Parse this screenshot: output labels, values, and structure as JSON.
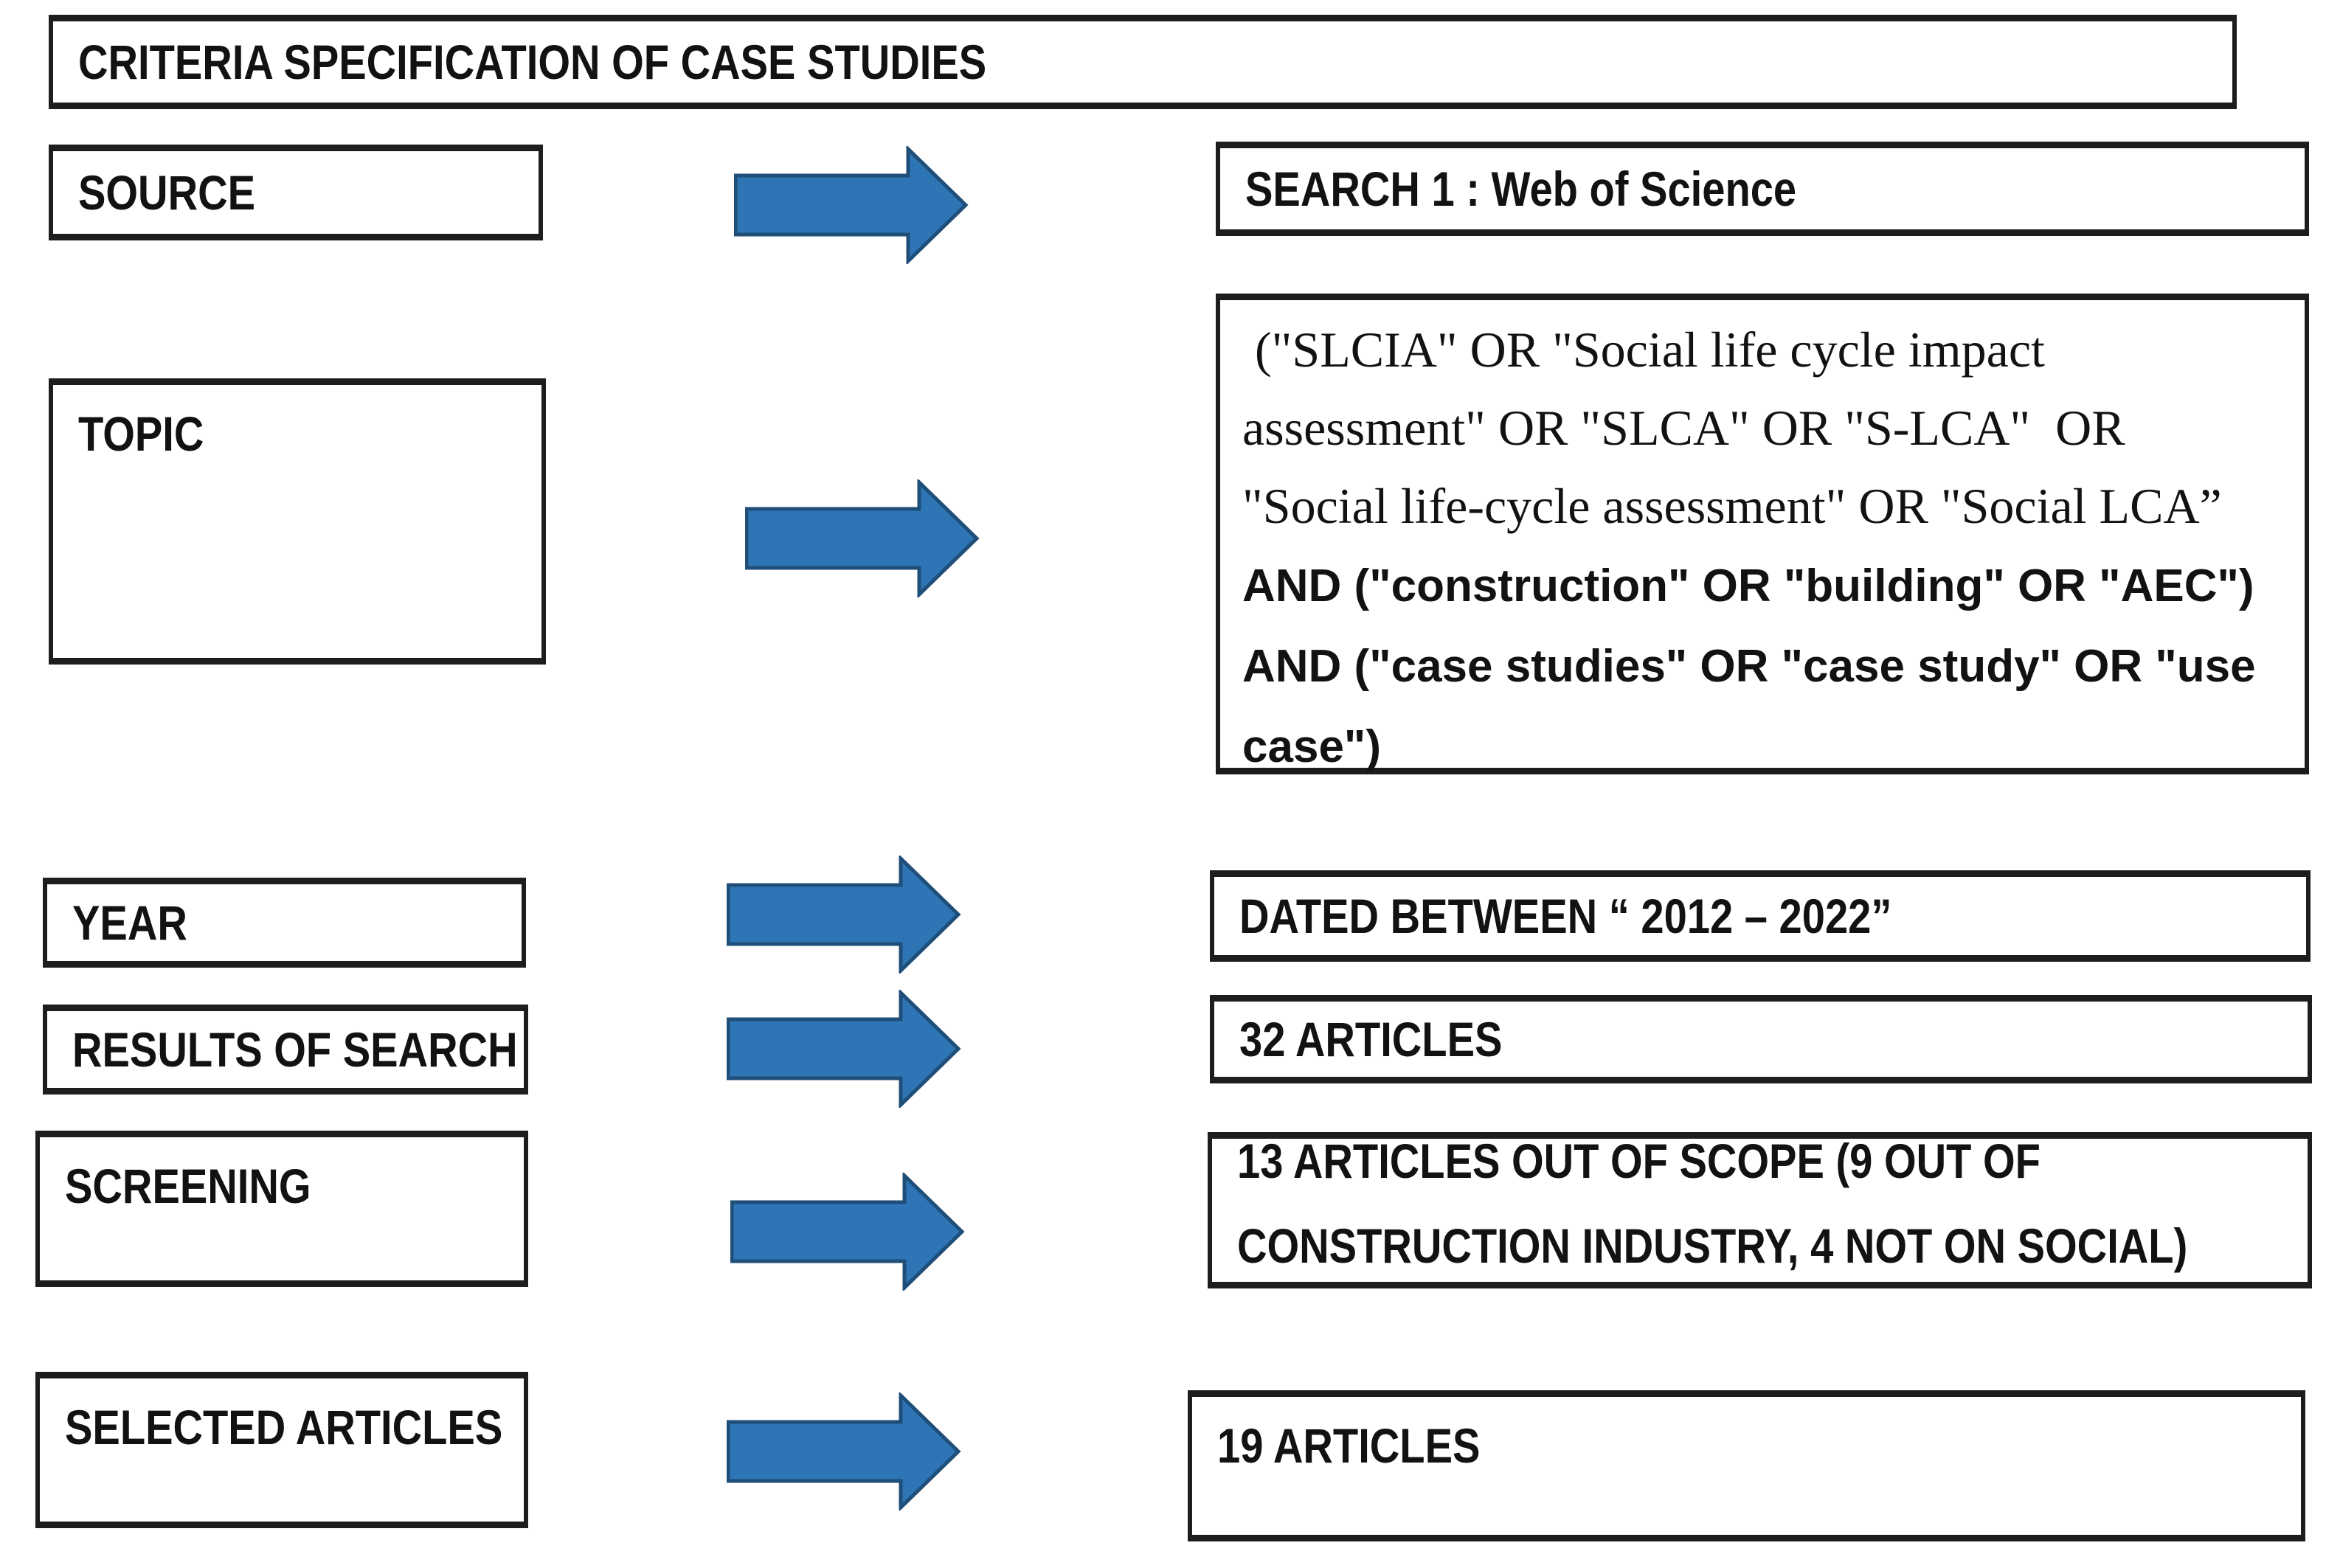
{
  "title": "CRITERIA SPECIFICATION OF CASE STUDIES",
  "colors": {
    "arrow_fill": "#2E75B6",
    "arrow_stroke": "#1F4E79",
    "box_border": "#1D1D1D",
    "text": "#121212"
  },
  "rows": [
    {
      "label": "SOURCE",
      "result": "SEARCH 1 : Web of Science"
    },
    {
      "label": "TOPIC",
      "query_serif": " (\"SLCIA\" OR \"Social life cycle impact assessment\" OR \"SLCA\" OR \"S-LCA\"  OR \"Social life-cycle assessment\" OR \"Social LCA” ",
      "query_sans": "AND (\"construction\" OR \"building\" OR \"AEC\") AND (\"case studies\" OR \"case study\" OR \"use case\")"
    },
    {
      "label": "YEAR",
      "result": "DATED BETWEEN “ 2012 – 2022”"
    },
    {
      "label": "RESULTS OF SEARCH",
      "result": "32 ARTICLES"
    },
    {
      "label": "SCREENING",
      "result_lines": [
        "13 ARTICLES OUT OF SCOPE (9 OUT OF",
        "CONSTRUCTION INDUSTRY, 4 NOT ON SOCIAL)"
      ]
    },
    {
      "label": "SELECTED ARTICLES",
      "result": "19 ARTICLES"
    }
  ]
}
